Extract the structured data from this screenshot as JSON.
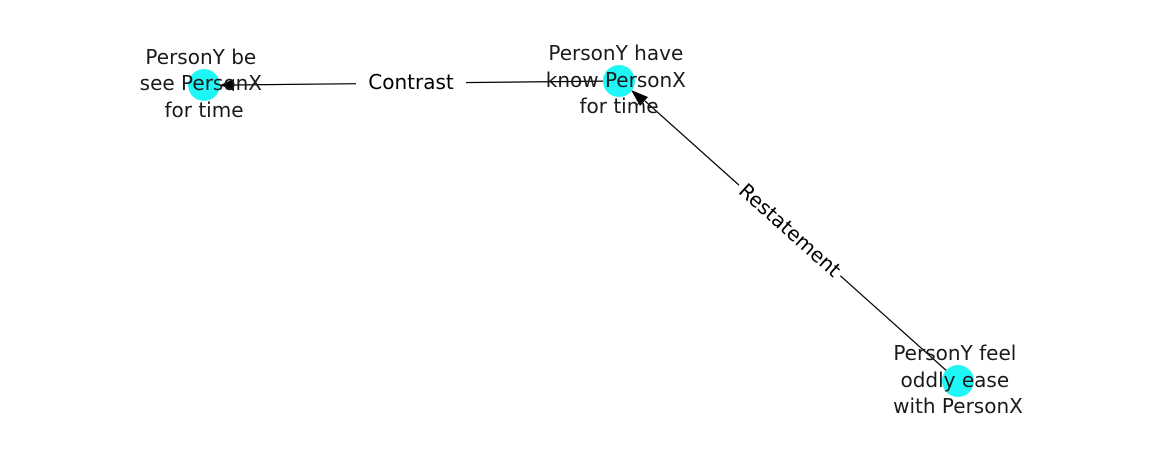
{
  "graph": {
    "node_color": "#1ff7f7",
    "nodes": [
      {
        "id": "n1",
        "lines": [
          "PersonY be",
          "see PersonX",
          "for time"
        ]
      },
      {
        "id": "n2",
        "lines": [
          "PersonY have",
          "know PersonX",
          "for time"
        ]
      },
      {
        "id": "n3",
        "lines": [
          "PersonY feel",
          "oddly ease",
          "with PersonX"
        ]
      }
    ],
    "edges": [
      {
        "id": "e1",
        "source": "n2",
        "target": "n1",
        "label": "Contrast"
      },
      {
        "id": "e2",
        "source": "n3",
        "target": "n2",
        "label": "Restatement"
      }
    ]
  }
}
